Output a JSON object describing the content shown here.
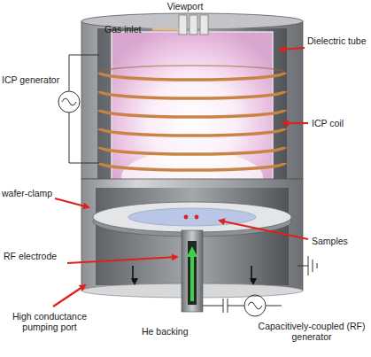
{
  "diagram": {
    "labels": [
      "Viewport",
      "Gas inlet",
      "ICP generator",
      "Dielectric tube",
      "ICP coil",
      "wafer-clamp",
      "Samples",
      "RF electrode",
      "High conductance pumping port",
      "He backing",
      "Capacitively-coupled (RF) generator"
    ]
  }
}
